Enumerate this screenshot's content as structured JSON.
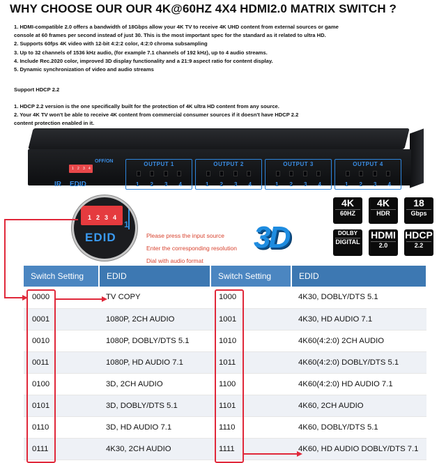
{
  "title": "WHY CHOOSE OUR OUR 4K@60HZ 4X4 HDMI2.0 MATRIX SWITCH ?",
  "specs": [
    "1. HDMI-compatible 2.0 offers a bandwidth of 18Gbps allow your 4K TV to receive 4K UHD content from external sources or game",
    "console at 60 frames per second instead of just 30. This is the most important spec for the standard as it related to ultra HD.",
    "2. Supports 60fps 4K video with 12-bit 4:2:2 color, 4:2:0 chroma subsampling",
    "3. Up to 32 channels of 1536 kHz audio, (for example 7.1 channels of 192 kHz), up to 4 audio streams.",
    "4. Include Rec.2020 color, improved 3D display functionality and a 21:9 aspect ratio for content display.",
    "5. Dynamic synchronization of video and audio streams"
  ],
  "hdcp_heading": "Support HDCP 2.2",
  "hdcp_lines": [
    "1. HDCP 2.2 version is the one specifically built for the protection of 4K ultra HD content from any source.",
    "2. Your 4K TV won't be able to receive 4K content from commercial consumer sources if it doesn't have HDCP 2.2",
    "content protection enabled in it."
  ],
  "device": {
    "ir_label": "IR",
    "edid_label": "EDID",
    "switch_state": "OFF/ON",
    "dip_numbers": [
      "1",
      "2",
      "3",
      "4"
    ],
    "outputs": [
      {
        "label": "OUTPUT 1",
        "ports": [
          "1",
          "2",
          "3",
          "4"
        ]
      },
      {
        "label": "OUTPUT 2",
        "ports": [
          "1",
          "2",
          "3",
          "4"
        ]
      },
      {
        "label": "OUTPUT 3",
        "ports": [
          "1",
          "2",
          "3",
          "4"
        ]
      },
      {
        "label": "OUTPUT 4",
        "ports": [
          "1",
          "2",
          "3",
          "4"
        ]
      }
    ],
    "zoom_edid_label": "EDID",
    "zoom_marker": "1"
  },
  "notes": [
    "Please press the input source",
    "Enter the corresponding resolution",
    "Dial with audio format"
  ],
  "logo_3d": "3D",
  "badges": [
    {
      "big": "4K",
      "small": "60HZ"
    },
    {
      "big": "4K",
      "small": "HDR"
    },
    {
      "big": "18",
      "small": "Gbps"
    },
    {
      "big": "DOLBY",
      "small": "DIGITAL"
    },
    {
      "big": "HDMI",
      "small": "2.0"
    },
    {
      "big": "HDCP",
      "small": "2.2"
    }
  ],
  "table": {
    "headers": [
      "Switch Setting",
      "EDID",
      "Switch Setting",
      "EDID"
    ],
    "rows": [
      [
        "0000",
        "TV COPY",
        "1000",
        "4K30, DOBLY/DTS 5.1"
      ],
      [
        "0001",
        "1080P, 2CH AUDIO",
        "1001",
        "4K30, HD AUDIO 7.1"
      ],
      [
        "0010",
        "1080P, DOBLY/DTS 5.1",
        "1010",
        "4K60(4:2:0) 2CH AUDIO"
      ],
      [
        "0011",
        "1080P, HD AUDIO 7.1",
        "1011",
        "4K60(4:2:0) DOBLY/DTS 5.1"
      ],
      [
        "0100",
        "3D, 2CH AUDIO",
        "1100",
        "4K60(4:2:0) HD AUDIO 7.1"
      ],
      [
        "0101",
        "3D, DOBLY/DTS 5.1",
        "1101",
        "4K60, 2CH AUDIO"
      ],
      [
        "0110",
        "3D, HD AUDIO 7.1",
        "1110",
        "4K60, DOBLY/DTS 5.1"
      ],
      [
        "0111",
        "4K30, 2CH AUDIO",
        "1111",
        "4K60, HD AUDIO DOBLY/DTS 7.1"
      ]
    ]
  },
  "colors": {
    "header_blue": "#3d78b2",
    "accent_red": "#e0283a",
    "device_blue": "#3a8ee6",
    "note_red": "#d8432f"
  }
}
